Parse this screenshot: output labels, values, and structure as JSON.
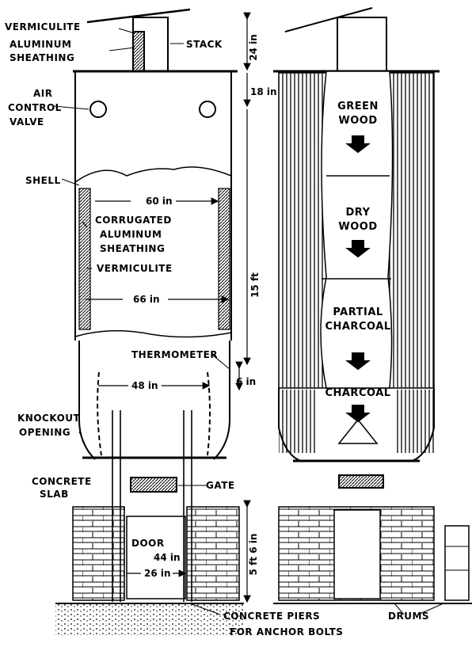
{
  "labels": {
    "vermiculite_top": "VERMICULITE",
    "aluminum_1": "ALUMINUM",
    "sheathing_1": "SHEATHING",
    "stack": "STACK",
    "air": "AIR",
    "control": "CONTROL",
    "valve": "VALVE",
    "shell": "SHELL",
    "corrugated": "CORRUGATED",
    "aluminum_2": "ALUMINUM",
    "sheathing_2": "SHEATHING",
    "vermiculite_mid": "VERMICULITE",
    "thermometer": "THERMOMETER",
    "knockout": "KNOCKOUT",
    "opening": "OPENING",
    "concrete": "CONCRETE",
    "slab": "SLAB",
    "gate": "GATE",
    "door": "DOOR",
    "piers_1": "CONCRETE PIERS",
    "piers_2": "FOR ANCHOR BOLTS",
    "drums": "DRUMS"
  },
  "dimensions": {
    "d24in": "24 in",
    "d18in": "18 in",
    "d60in": "60 in",
    "d66in": "66 in",
    "d15ft": "15 ft",
    "d6in": "6 in",
    "d48in": "48 in",
    "d44in": "44 in",
    "d26in": "26 in",
    "d5ft6in": "5 ft 6 in"
  },
  "zones": {
    "green_1": "GREEN",
    "green_2": "WOOD",
    "dry_1": "DRY",
    "dry_2": "WOOD",
    "partial_1": "PARTIAL",
    "partial_2": "CHARCOAL",
    "charcoal": "CHARCOAL"
  }
}
